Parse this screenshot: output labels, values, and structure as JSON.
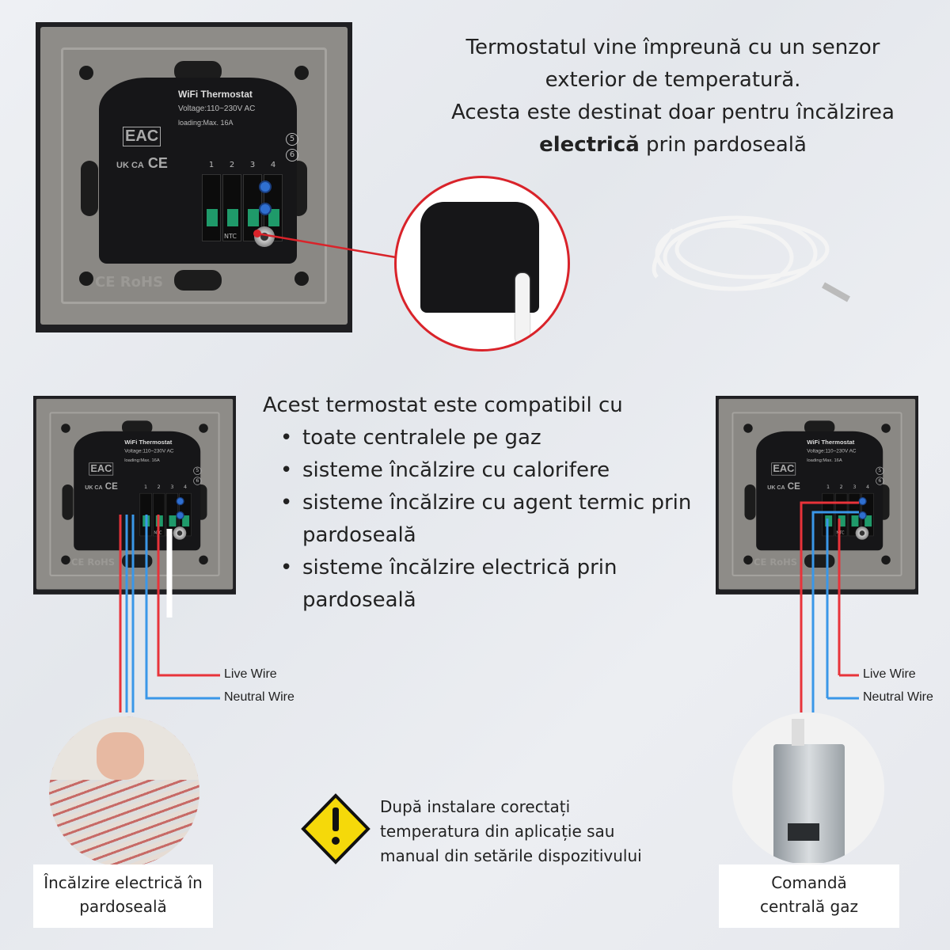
{
  "top_text": {
    "line1": "Termostatul vine împreună cu un senzor",
    "line2": "exterior de temperatură.",
    "line3": "Acesta este destinat doar pentru încălzirea",
    "bold": "electrică",
    "line4_rest": " prin pardoseală"
  },
  "device": {
    "title": "WiFi Thermostat",
    "voltage": "Voltage:110~230V AC",
    "loading": "loading:Max. 16A",
    "cert_eac": "EAC",
    "cert_ukca": "UK CA",
    "cert_ce": "CE",
    "terminals": [
      "1",
      "2",
      "3",
      "4"
    ],
    "aux_terminals": [
      "5",
      "6"
    ],
    "ntc": "NTC",
    "rohs": "CE RoHS"
  },
  "compat": {
    "heading": "Acest termostat este compatibil cu",
    "items": [
      "toate centralele pe gaz",
      "sisteme încălzire cu calorifere",
      "sisteme încălzire cu agent termic prin pardoseală",
      "sisteme încălzire electrică prin pardoseală"
    ]
  },
  "wires": {
    "live": "Live Wire",
    "neutral": "Neutral Wire",
    "live_color": "#e8333a",
    "neutral_color": "#3a97e8"
  },
  "warning": {
    "icon": "warning-icon",
    "text": [
      "După instalare corectați",
      "temperatura din aplicație sau",
      "manual din setările dispozitivului"
    ]
  },
  "captions": {
    "left": "Încălzire electrică în pardoseală",
    "right": "Comandă centrală gaz"
  },
  "colors": {
    "warning_fill": "#f5d90a",
    "callout_ring": "#d9232a"
  }
}
